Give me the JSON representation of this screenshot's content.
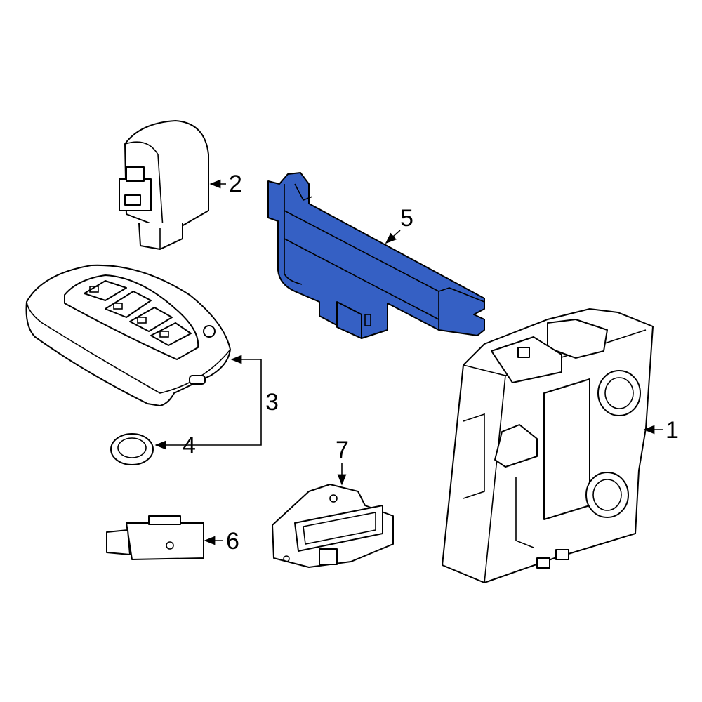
{
  "callouts": [
    {
      "number": "1"
    },
    {
      "number": "2"
    },
    {
      "number": "3"
    },
    {
      "number": "4"
    },
    {
      "number": "5"
    },
    {
      "number": "6"
    },
    {
      "number": "7"
    }
  ],
  "highlight_color": "#3560c4",
  "highlighted_part": "5"
}
